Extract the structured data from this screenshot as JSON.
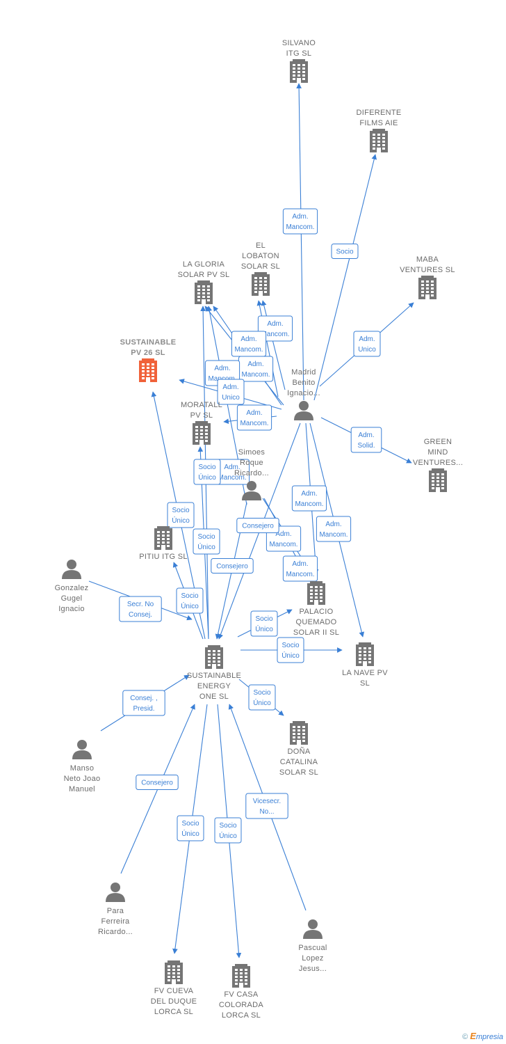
{
  "nodes": [
    {
      "id": "silvano",
      "type": "company",
      "lines": [
        "SILVANO",
        "ITG  SL"
      ]
    },
    {
      "id": "diferente",
      "type": "company",
      "lines": [
        "DIFERENTE",
        "FILMS  AIE"
      ]
    },
    {
      "id": "maba",
      "type": "company",
      "lines": [
        "MABA",
        "VENTURES  SL"
      ]
    },
    {
      "id": "ellobaton",
      "type": "company",
      "lines": [
        "EL",
        "LOBATON",
        "SOLAR  SL"
      ]
    },
    {
      "id": "lagloria",
      "type": "company",
      "lines": [
        "LA GLORIA",
        "SOLAR PV  SL"
      ]
    },
    {
      "id": "sustainable26",
      "type": "company",
      "focus": true,
      "lines": [
        "SUSTAINABLE",
        "PV 26  SL"
      ]
    },
    {
      "id": "madrid",
      "type": "person",
      "lines": [
        "Madrid",
        "Benito",
        "Ignacio..."
      ]
    },
    {
      "id": "moratalla",
      "type": "company",
      "lines": [
        "MORATALL",
        "PV  SL"
      ]
    },
    {
      "id": "simoes",
      "type": "person",
      "lines": [
        "Simoes",
        "Roque",
        "Ricardo..."
      ]
    },
    {
      "id": "green",
      "type": "company",
      "lines": [
        "GREEN",
        "MIND",
        "VENTURES..."
      ]
    },
    {
      "id": "pitiu",
      "type": "company",
      "lines": [
        "PITIU ITG  SL"
      ]
    },
    {
      "id": "gonzalez",
      "type": "person",
      "lines": [
        "Gonzalez",
        "Gugel",
        "Ignacio"
      ]
    },
    {
      "id": "palacio",
      "type": "company",
      "lines": [
        "PALACIO",
        "QUEMADO",
        "SOLAR II  SL"
      ]
    },
    {
      "id": "lanave",
      "type": "company",
      "lines": [
        "LA NAVE PV",
        "SL"
      ]
    },
    {
      "id": "seo",
      "type": "company",
      "lines": [
        "SUSTAINABLE",
        "ENERGY",
        "ONE  SL"
      ]
    },
    {
      "id": "dona",
      "type": "company",
      "lines": [
        "DOÑA",
        "CATALINA",
        "SOLAR  SL"
      ]
    },
    {
      "id": "manso",
      "type": "person",
      "lines": [
        "Manso",
        "Neto Joao",
        "Manuel"
      ]
    },
    {
      "id": "para",
      "type": "person",
      "lines": [
        "Para",
        "Ferreira",
        "Ricardo..."
      ]
    },
    {
      "id": "pascual",
      "type": "person",
      "lines": [
        "Pascual",
        "Lopez",
        "Jesus..."
      ]
    },
    {
      "id": "fvcueva",
      "type": "company",
      "lines": [
        "FV CUEVA",
        "DEL DUQUE",
        "LORCA SL"
      ]
    },
    {
      "id": "fvcasa",
      "type": "company",
      "lines": [
        "FV CASA",
        "COLORADA",
        "LORCA SL"
      ]
    }
  ],
  "edges": [
    {
      "from": "madrid",
      "to": "silvano",
      "label": [
        "Adm.",
        "Mancom."
      ]
    },
    {
      "from": "madrid",
      "to": "diferente",
      "label": [
        "Socio"
      ]
    },
    {
      "from": "madrid",
      "to": "maba",
      "label": [
        "Adm.",
        "Unico"
      ]
    },
    {
      "from": "madrid",
      "to": "green",
      "label": [
        "Adm.",
        "Solid."
      ]
    },
    {
      "from": "madrid",
      "to": "ellobaton",
      "label": [
        "Adm.",
        "Mancom."
      ]
    },
    {
      "from": "madrid",
      "to": "lagloria",
      "label": [
        "Adm.",
        "Mancom."
      ]
    },
    {
      "from": "madrid",
      "to": "ellobaton",
      "label": [
        "Adm.",
        "Mancom."
      ]
    },
    {
      "from": "madrid",
      "to": "sustainable26",
      "label": [
        "Adm.",
        "Mancom."
      ]
    },
    {
      "from": "madrid",
      "to": "lagloria",
      "label": [
        "Adm.",
        "Unico"
      ]
    },
    {
      "from": "madrid",
      "to": "moratalla",
      "label": [
        "Adm.",
        "Mancom."
      ]
    },
    {
      "from": "madrid",
      "to": "palacio",
      "label": [
        "Adm.",
        "Mancom."
      ]
    },
    {
      "from": "madrid",
      "to": "lanave",
      "label": [
        "Adm.",
        "Mancom."
      ]
    },
    {
      "from": "simoes",
      "to": "palacio",
      "label": [
        "Adm.",
        "Mancom."
      ]
    },
    {
      "from": "simoes",
      "to": "lagloria",
      "label": [
        "Adm.",
        "Mancom."
      ]
    },
    {
      "from": "simoes",
      "to": "palacio",
      "label": [
        "Adm.",
        "Mancom."
      ]
    },
    {
      "from": "madrid",
      "to": "seo",
      "label": [
        "Consejero"
      ]
    },
    {
      "from": "simoes",
      "to": "seo",
      "label": [
        "Consejero"
      ]
    },
    {
      "from": "seo",
      "to": "moratalla",
      "label": [
        "Socio",
        "Único"
      ]
    },
    {
      "from": "seo",
      "to": "sustainable26",
      "label": [
        "Socio",
        "Único"
      ]
    },
    {
      "from": "seo",
      "to": "lagloria",
      "label": [
        "Socio",
        "Único"
      ]
    },
    {
      "from": "seo",
      "to": "pitiu",
      "label": [
        "Socio",
        "Único"
      ]
    },
    {
      "from": "gonzalez",
      "to": "seo",
      "label": [
        "Secr.  No",
        "Consej."
      ]
    },
    {
      "from": "seo",
      "to": "palacio",
      "label": [
        "Socio",
        "Único"
      ]
    },
    {
      "from": "seo",
      "to": "lanave",
      "label": [
        "Socio",
        "Único"
      ]
    },
    {
      "from": "seo",
      "to": "dona",
      "label": [
        "Socio",
        "Único"
      ]
    },
    {
      "from": "manso",
      "to": "seo",
      "label": [
        "Consej. ,",
        "Presid."
      ]
    },
    {
      "from": "para",
      "to": "seo",
      "label": [
        "Consejero"
      ]
    },
    {
      "from": "seo",
      "to": "fvcueva",
      "label": [
        "Socio",
        "Único"
      ]
    },
    {
      "from": "seo",
      "to": "fvcasa",
      "label": [
        "Socio",
        "Único"
      ]
    },
    {
      "from": "pascual",
      "to": "seo",
      "label": [
        "Vicesecr.",
        "No..."
      ]
    }
  ],
  "colors": {
    "edge": "#3a7fd5",
    "company": "#757575",
    "focus_company": "#f0623a",
    "person": "#757575"
  },
  "footer": {
    "copyright": "©",
    "brand_e": "E",
    "brand_rest": "mpresia"
  }
}
